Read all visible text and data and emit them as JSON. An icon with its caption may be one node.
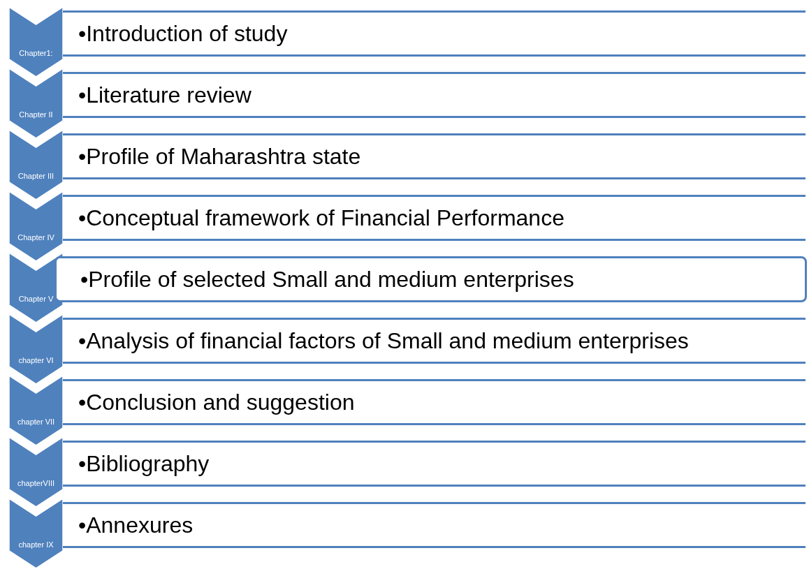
{
  "diagram": {
    "nodes": [
      {
        "text": [
          "Chapter1:"
        ]
      },
      {
        "text": [
          "•Introduction of study"
        ]
      },
      {
        "text": [
          "Chapter II"
        ]
      },
      {
        "text": [
          "•Literature review"
        ]
      },
      {
        "text": [
          "Chapter III"
        ]
      },
      {
        "text": [
          "•Profile of Maharashtra state"
        ]
      },
      {
        "text": [
          "Chapter IV"
        ]
      },
      {
        "text": [
          "•Conceptual framework of Financial Performance"
        ]
      },
      {
        "text": [
          "Chapter V"
        ]
      },
      {
        "text": [
          "•Profile of selected Small and medium enterprises"
        ]
      },
      {
        "text": [
          "chapter VI"
        ]
      },
      {
        "text": [
          "•Analysis of financial factors of Small and medium enterprises"
        ]
      },
      {
        "text": [
          "chapter VII"
        ]
      },
      {
        "text": [
          "•Conclusion and suggestion"
        ]
      },
      {
        "text": [
          "chapterVIII"
        ]
      },
      {
        "text": [
          "•Bibliography"
        ]
      },
      {
        "text": [
          "chapter IX"
        ]
      },
      {
        "text": [
          "•Annexures"
        ]
      }
    ],
    "edges": []
  }
}
